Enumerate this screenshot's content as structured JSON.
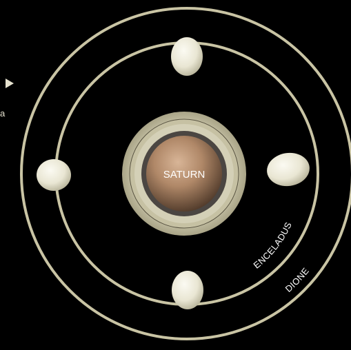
{
  "diagram": {
    "planet": {
      "label": "SATURN"
    },
    "orbits": [
      {
        "label": "ENCELADUS"
      },
      {
        "label": "DIONE"
      }
    ],
    "edge_fragment": "a",
    "colors": {
      "background": "#000000",
      "orbit": "#c9c4a4",
      "ring_outer": "#bdb89b",
      "ring_gap": "#4b4642",
      "planet_core": "#b69273",
      "moon": "#e9e6d4",
      "label": "#ffffff"
    }
  }
}
